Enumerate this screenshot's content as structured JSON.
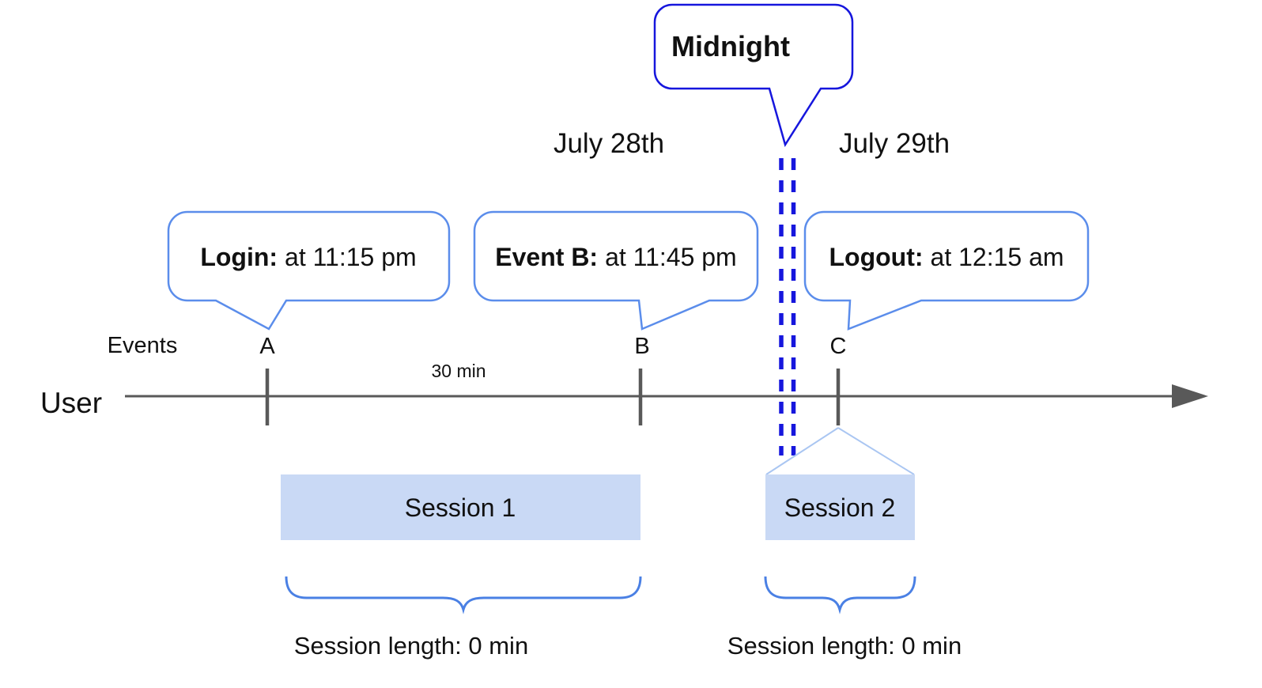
{
  "palette": {
    "deep_blue": "#1616dd",
    "callout_blue": "#5b8deb",
    "brace_blue": "#4a80e4",
    "funnel_blue": "#aac6f2",
    "session_fill": "#c9d9f5",
    "axis_gray": "#595959"
  },
  "midnight_callout": {
    "label": "Midnight"
  },
  "dates": {
    "before": "July 28th",
    "after": "July 29th"
  },
  "event_callouts": [
    {
      "marker": "A",
      "label": "Login:",
      "time": "at 11:15 pm"
    },
    {
      "marker": "B",
      "label": "Event B:",
      "time": "at 11:45 pm"
    },
    {
      "marker": "C",
      "label": "Logout:",
      "time": "at 12:15 am"
    }
  ],
  "timeline": {
    "row_label": "Events",
    "axis_label": "User",
    "interval_label": "30 min"
  },
  "sessions": [
    {
      "name": "Session 1",
      "length": "Session length: 0 min"
    },
    {
      "name": "Session 2",
      "length": "Session length: 0 min"
    }
  ]
}
